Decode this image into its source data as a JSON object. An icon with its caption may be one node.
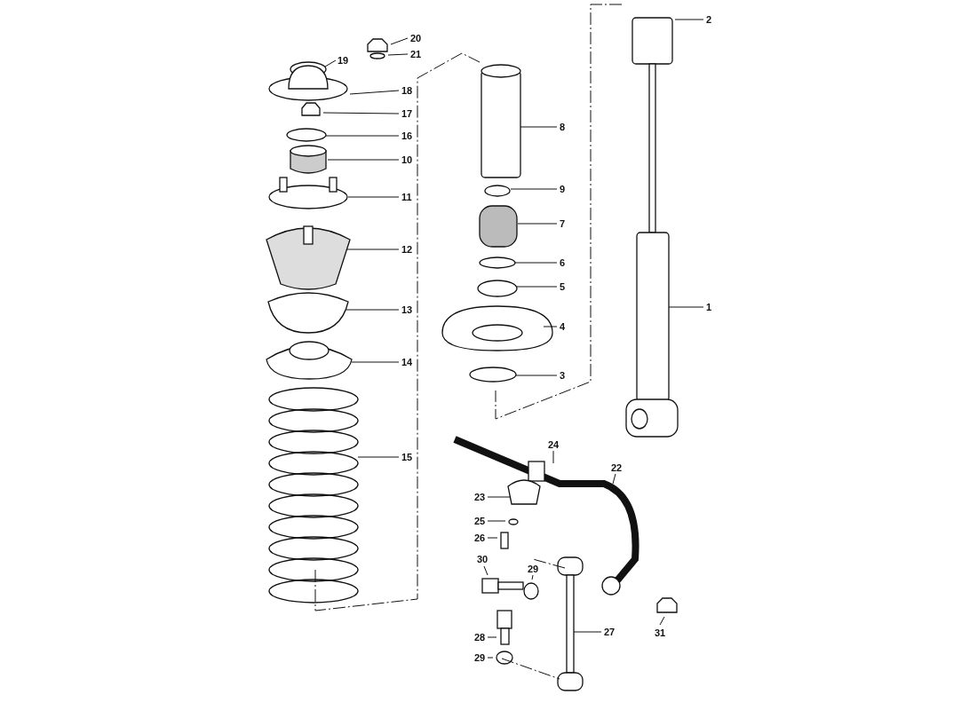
{
  "diagram": {
    "nodes": [
      {
        "text": [
          "2"
        ]
      },
      {
        "text": [
          "20"
        ]
      },
      {
        "text": [
          "21"
        ]
      },
      {
        "text": [
          "19"
        ]
      },
      {
        "text": [
          "18"
        ]
      },
      {
        "text": [
          "17"
        ]
      },
      {
        "text": [
          "8"
        ]
      },
      {
        "text": [
          "16"
        ]
      },
      {
        "text": [
          "10"
        ]
      },
      {
        "text": [
          "9"
        ]
      },
      {
        "text": [
          "11"
        ]
      },
      {
        "text": [
          "7"
        ]
      },
      {
        "text": [
          "12"
        ]
      },
      {
        "text": [
          "6"
        ]
      },
      {
        "text": [
          "5"
        ]
      },
      {
        "text": [
          "1"
        ]
      },
      {
        "text": [
          "13"
        ]
      },
      {
        "text": [
          "4"
        ]
      },
      {
        "text": [
          "14"
        ]
      },
      {
        "text": [
          "3"
        ]
      },
      {
        "text": [
          "24"
        ]
      },
      {
        "text": [
          "15"
        ]
      },
      {
        "text": [
          "22"
        ]
      },
      {
        "text": [
          "23"
        ]
      },
      {
        "text": [
          "25"
        ]
      },
      {
        "text": [
          "26"
        ]
      },
      {
        "text": [
          "30"
        ]
      },
      {
        "text": [
          "29"
        ]
      },
      {
        "text": [
          "27"
        ]
      },
      {
        "text": [
          "31"
        ]
      },
      {
        "text": [
          "28"
        ]
      },
      {
        "text": [
          "29"
        ]
      }
    ],
    "edges": [
      {
        "from": 0,
        "to": null,
        "arrow": "none"
      },
      {
        "from": 1,
        "to": null,
        "arrow": "none"
      },
      {
        "from": 2,
        "to": null,
        "arrow": "none"
      },
      {
        "from": 3,
        "to": null,
        "arrow": "none"
      },
      {
        "from": 4,
        "to": null,
        "arrow": "none"
      },
      {
        "from": 5,
        "to": null,
        "arrow": "none"
      },
      {
        "from": 6,
        "to": null,
        "arrow": "none"
      },
      {
        "from": 7,
        "to": null,
        "arrow": "none"
      },
      {
        "from": 8,
        "to": null,
        "arrow": "none"
      },
      {
        "from": 9,
        "to": null,
        "arrow": "none"
      },
      {
        "from": 10,
        "to": null,
        "arrow": "none"
      },
      {
        "from": 11,
        "to": null,
        "arrow": "none"
      },
      {
        "from": 12,
        "to": null,
        "arrow": "none"
      },
      {
        "from": 13,
        "to": null,
        "arrow": "none"
      },
      {
        "from": 14,
        "to": null,
        "arrow": "none"
      },
      {
        "from": 15,
        "to": null,
        "arrow": "none"
      },
      {
        "from": 16,
        "to": null,
        "arrow": "none"
      },
      {
        "from": 17,
        "to": null,
        "arrow": "none"
      },
      {
        "from": 18,
        "to": null,
        "arrow": "none"
      },
      {
        "from": 19,
        "to": null,
        "arrow": "none"
      },
      {
        "from": 20,
        "to": null,
        "arrow": "none"
      },
      {
        "from": 21,
        "to": null,
        "arrow": "none"
      },
      {
        "from": 22,
        "to": null,
        "arrow": "none"
      },
      {
        "from": 23,
        "to": null,
        "arrow": "none"
      },
      {
        "from": 24,
        "to": null,
        "arrow": "none"
      },
      {
        "from": 25,
        "to": null,
        "arrow": "none"
      },
      {
        "from": 26,
        "to": null,
        "arrow": "none"
      },
      {
        "from": 27,
        "to": null,
        "arrow": "none"
      },
      {
        "from": 28,
        "to": null,
        "arrow": "none"
      },
      {
        "from": 29,
        "to": null,
        "arrow": "none"
      },
      {
        "from": 30,
        "to": null,
        "arrow": "none"
      },
      {
        "from": 31,
        "to": null,
        "arrow": "none"
      }
    ]
  }
}
